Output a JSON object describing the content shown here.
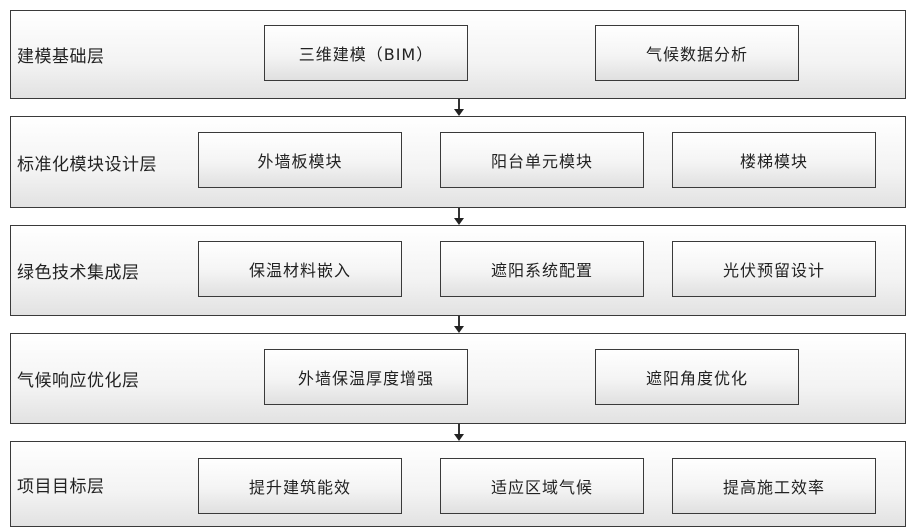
{
  "layers": [
    {
      "label": "建模基础层",
      "boxes": [
        "三维建模（BIM）",
        "气候数据分析"
      ]
    },
    {
      "label": "标准化模块设计层",
      "boxes": [
        "外墙板模块",
        "阳台单元模块",
        "楼梯模块"
      ]
    },
    {
      "label": "绿色技术集成层",
      "boxes": [
        "保温材料嵌入",
        "遮阳系统配置",
        "光伏预留设计"
      ]
    },
    {
      "label": "气候响应优化层",
      "boxes": [
        "外墙保温厚度增强",
        "遮阳角度优化"
      ]
    },
    {
      "label": "项目目标层",
      "boxes": [
        "提升建筑能效",
        "适应区域气候",
        "提高施工效率"
      ]
    }
  ]
}
